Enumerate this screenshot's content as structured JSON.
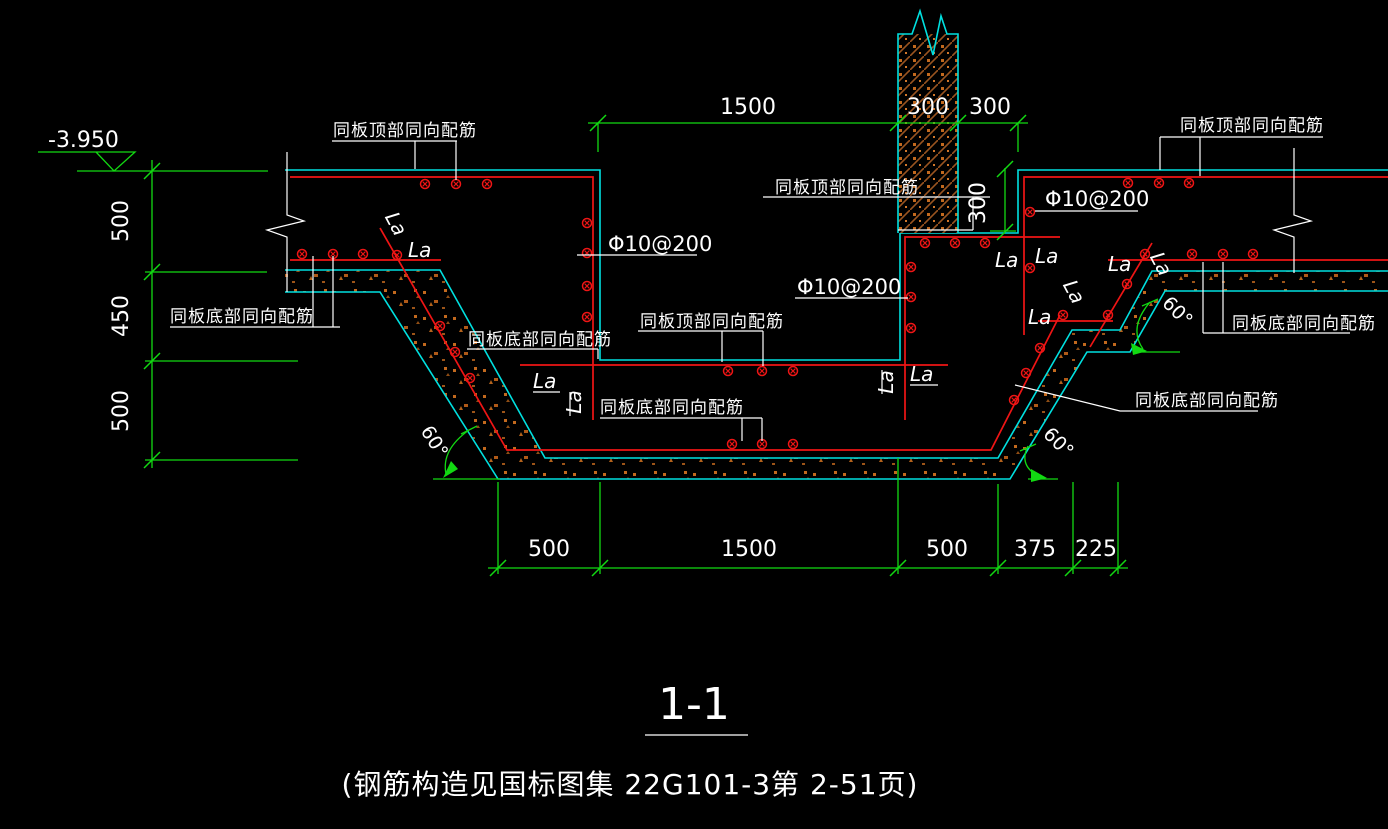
{
  "drawing": {
    "elevation": "-3.950",
    "section_title": "1-1",
    "note": "(钢筋构造见国标图集 22G101-3第 2-51页)",
    "labels": {
      "top_rebar": "同板顶部同向配筋",
      "bottom_rebar": "同板底部同向配筋",
      "rebar_spec": "Φ10@200",
      "anchorage": "La",
      "slope_angle": "60°"
    },
    "dimensions": {
      "top": [
        "1500",
        "300",
        "300"
      ],
      "left": [
        "500",
        "450",
        "500"
      ],
      "step_height": "300",
      "bottom": [
        "500",
        "1500",
        "500",
        "375",
        "225"
      ]
    },
    "colors": {
      "outline": "#00e0e0",
      "rebar": "#ef1515",
      "dimension": "#12d912",
      "annotation": "#ffffff",
      "hatch": "#a3551e",
      "background": "#000000"
    }
  }
}
